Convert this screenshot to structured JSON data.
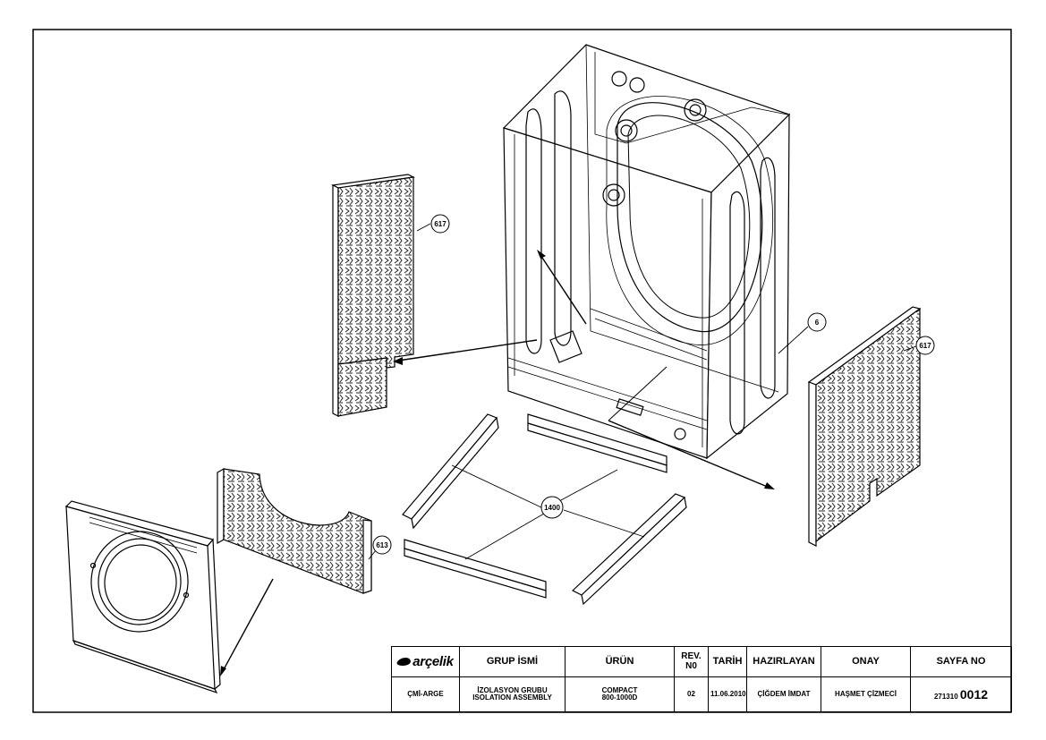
{
  "drawing": {
    "callouts": [
      "617",
      "617",
      "6",
      "1400",
      "613"
    ]
  },
  "title_block": {
    "brand": "arçelik",
    "headers": {
      "group_name": "GRUP İSMİ",
      "product": "ÜRÜN",
      "revision": "REV.\nN0",
      "date": "TARİH",
      "prepared_by": "HAZIRLAYAN",
      "approval": "ONAY",
      "page_no": "SAYFA NO"
    },
    "values": {
      "department": "ÇMİ-ARGE",
      "group_name": "İZOLASYON GRUBU\nISOLATION ASSEMBLY",
      "product": "COMPACT\n800-1000D",
      "revision": "02",
      "date": "11.06.2010",
      "prepared_by": "ÇİĞDEM İMDAT",
      "approval": "HAŞMET ÇİZMECİ",
      "page_prefix": "271310",
      "page_suffix": "0012"
    }
  }
}
